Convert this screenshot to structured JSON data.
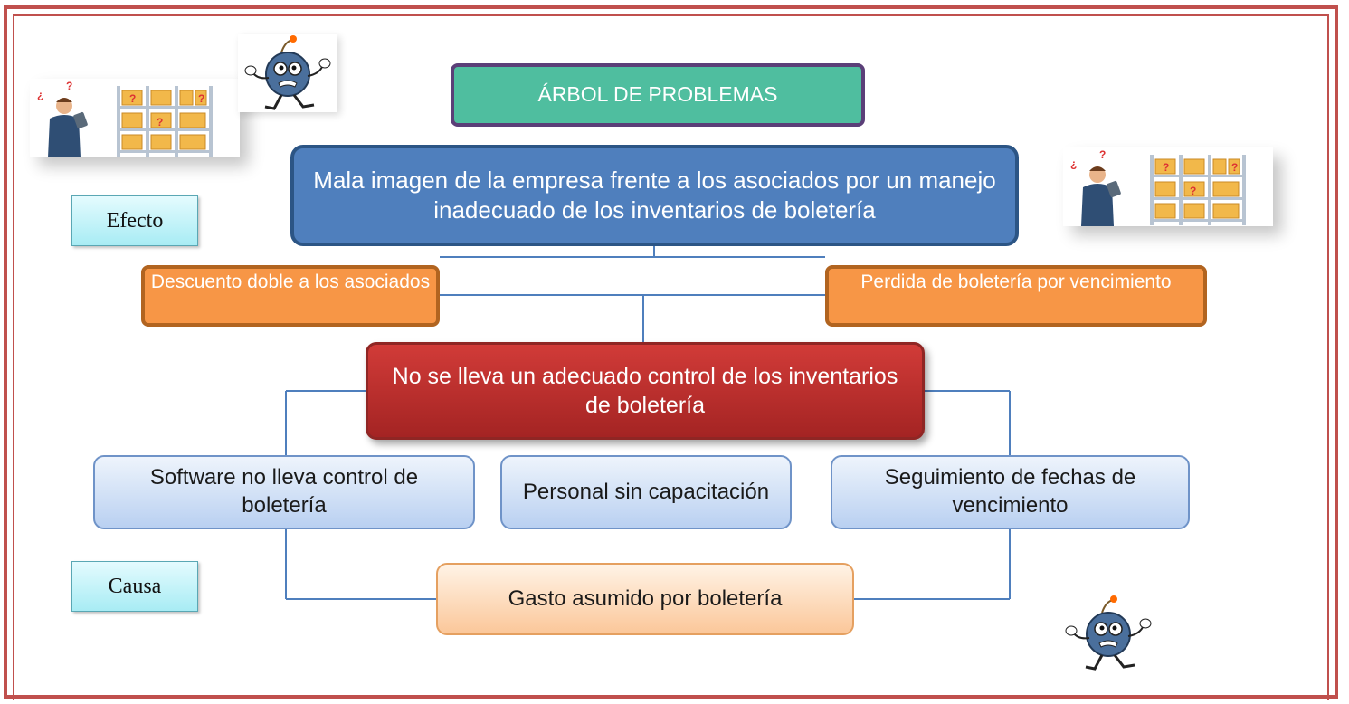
{
  "diagram": {
    "title": "ÁRBOL DE PROBLEMAS",
    "main_effect": "Mala imagen de la empresa frente a los asociados por un manejo inadecuado de los inventarios de boletería",
    "effects": [
      "Descuento doble a los asociados",
      "Perdida de boletería por vencimiento"
    ],
    "core_problem": "No se lleva un adecuado control de los inventarios de boletería",
    "causes": [
      "Software no lleva control de boletería",
      "Personal sin capacitación",
      "Seguimiento de fechas de vencimiento"
    ],
    "bottom_cause": "Gasto asumido por boletería",
    "labels": {
      "effect": "Efecto",
      "cause": "Causa"
    }
  },
  "colors": {
    "frame": "#c0504d",
    "title_fill": "#4fbe9f",
    "main_effect_fill": "#4f7fbd",
    "effects_fill": "#f79646",
    "core_fill": "#c0302e",
    "cause_fill": "#c6d9f1",
    "bottom_fill": "#fcd5b4",
    "connector": "#4f7fbd"
  },
  "icons": [
    "warehouse-worker-illustration",
    "bomb-cartoon-icon"
  ]
}
